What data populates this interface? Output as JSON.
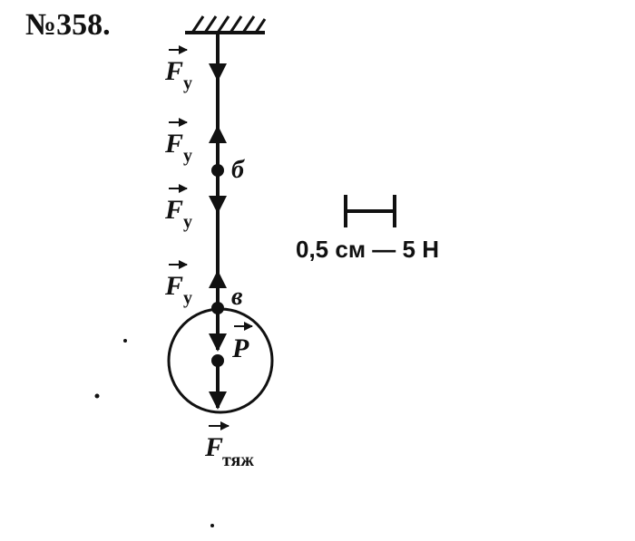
{
  "problem": {
    "number": "№358."
  },
  "forces": {
    "f_elastic_symbol": "F",
    "f_elastic_sub": "у",
    "p_symbol": "P",
    "f_gravity_symbol": "F",
    "f_gravity_sub": "тяж"
  },
  "points": {
    "b": "б",
    "v": "в"
  },
  "scale": {
    "text": "0,5 см — 5 Н"
  },
  "colors": {
    "ink": "#111111",
    "background": "#ffffff"
  },
  "icons": [
    "ceiling-hatch-icon",
    "scale-bar-icon"
  ]
}
